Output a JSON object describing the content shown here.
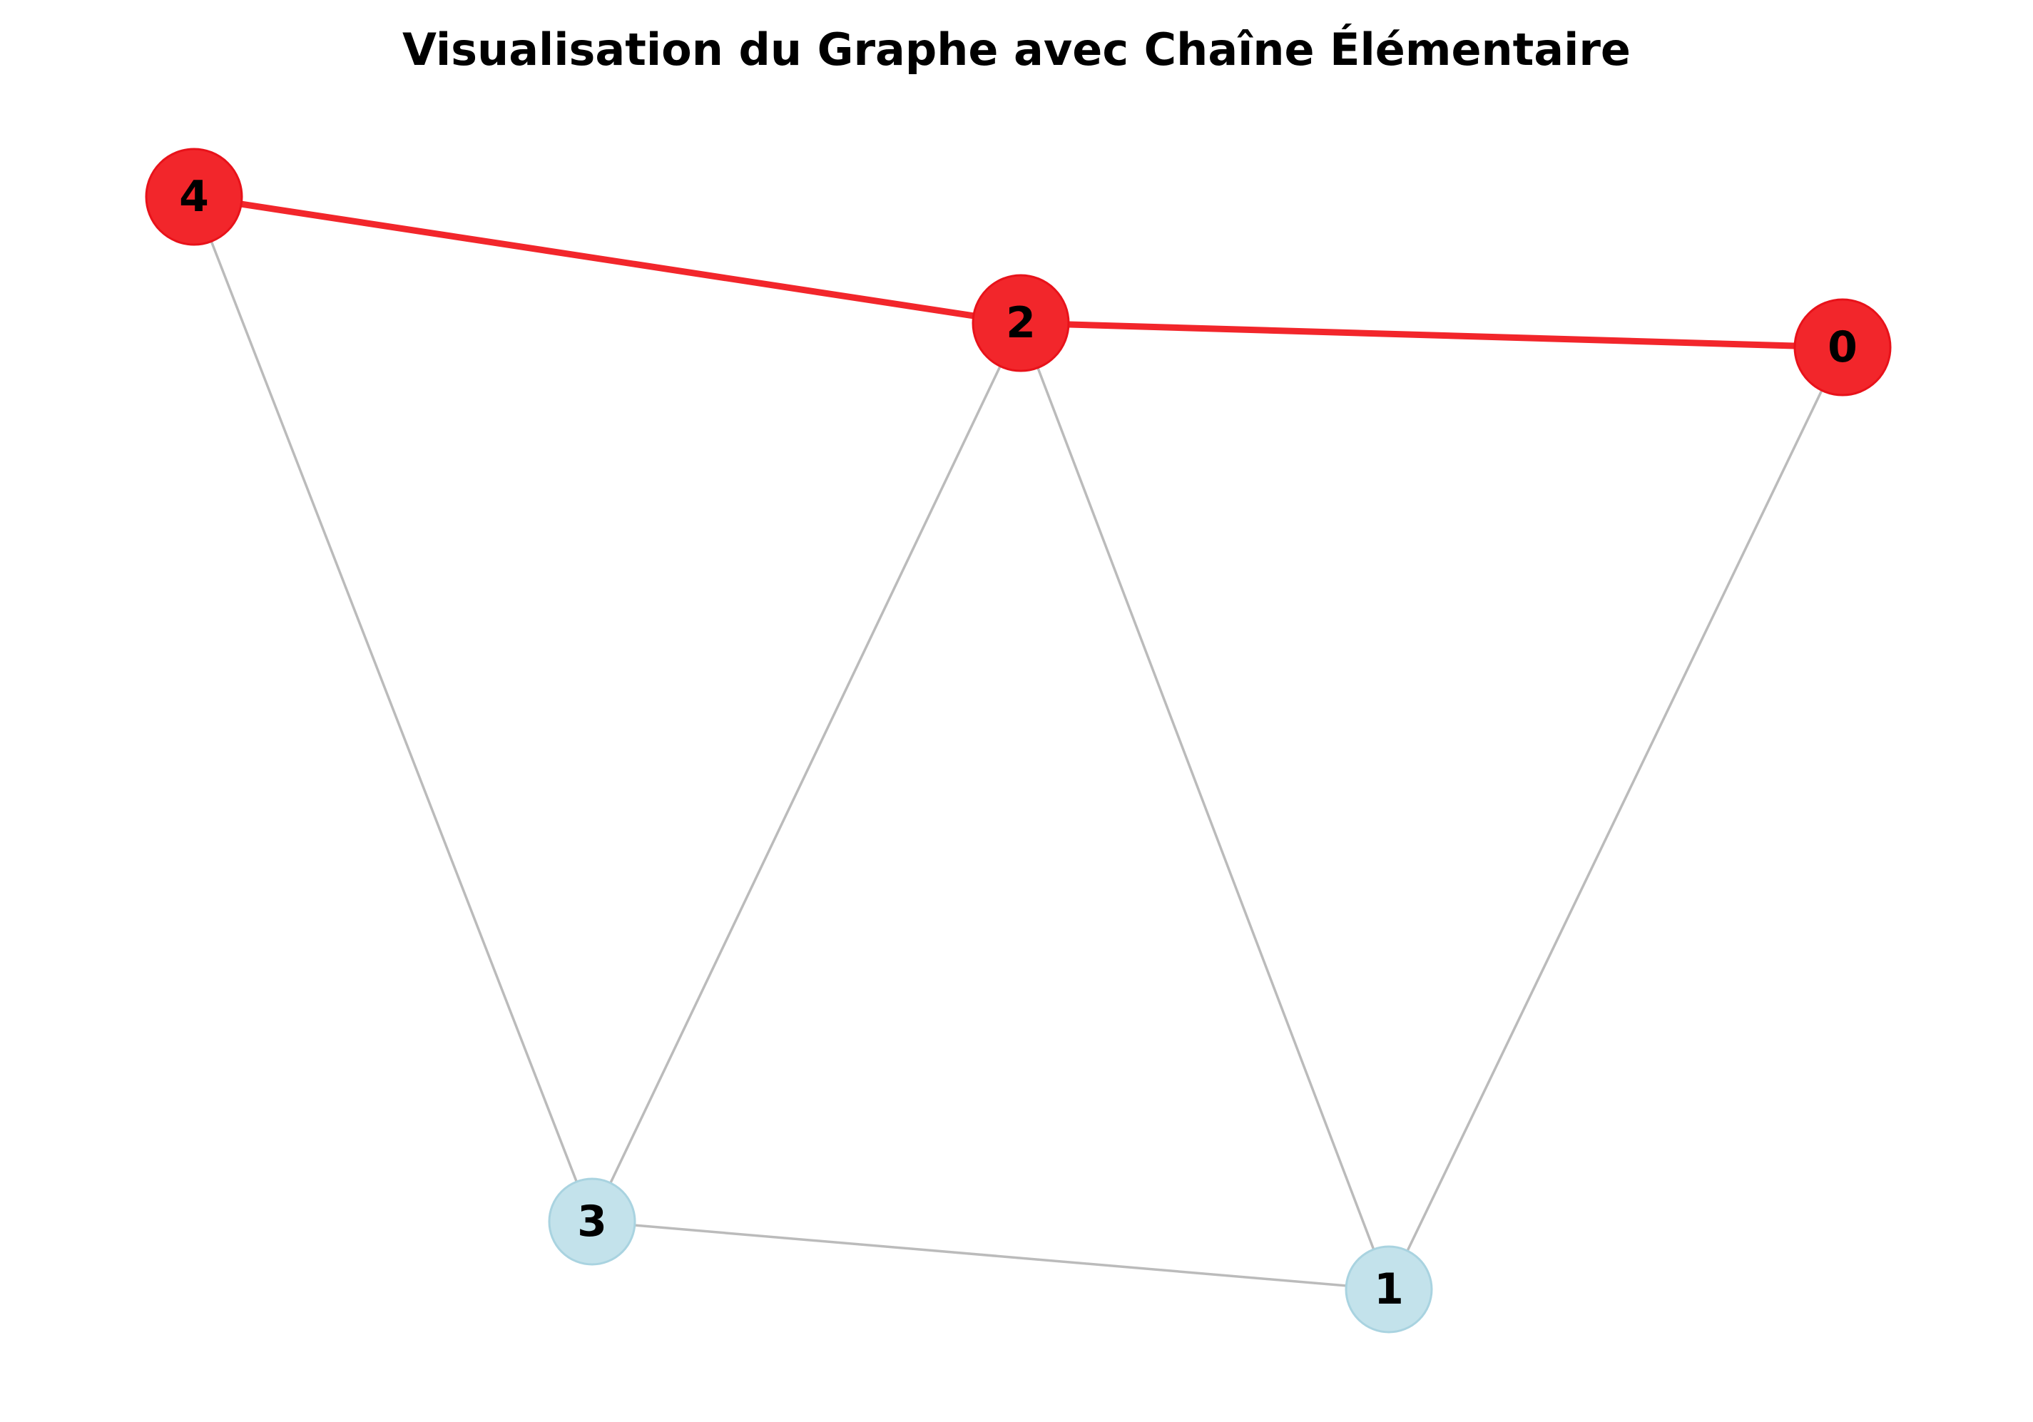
{
  "title": "Visualisation du Graphe avec Chaîne Élémentaire",
  "colors": {
    "path_node": "#f2262b",
    "path_node_stroke": "#e8121a",
    "normal_node": "#c3e2eb",
    "normal_node_stroke": "#a9d3e0",
    "path_edge": "#f2262b",
    "normal_edge": "#bbbbbb",
    "label": "#000000"
  },
  "graph": {
    "nodes": [
      {
        "id": "0",
        "label": "0",
        "in_path": true
      },
      {
        "id": "1",
        "label": "1",
        "in_path": false
      },
      {
        "id": "2",
        "label": "2",
        "in_path": true
      },
      {
        "id": "3",
        "label": "3",
        "in_path": false
      },
      {
        "id": "4",
        "label": "4",
        "in_path": true
      }
    ],
    "edges": [
      {
        "source": "4",
        "target": "2",
        "in_path": true
      },
      {
        "source": "2",
        "target": "0",
        "in_path": true
      },
      {
        "source": "4",
        "target": "3",
        "in_path": false
      },
      {
        "source": "2",
        "target": "3",
        "in_path": false
      },
      {
        "source": "2",
        "target": "1",
        "in_path": false
      },
      {
        "source": "0",
        "target": "1",
        "in_path": false
      },
      {
        "source": "3",
        "target": "1",
        "in_path": false
      }
    ],
    "path": [
      "4",
      "2",
      "0"
    ]
  }
}
